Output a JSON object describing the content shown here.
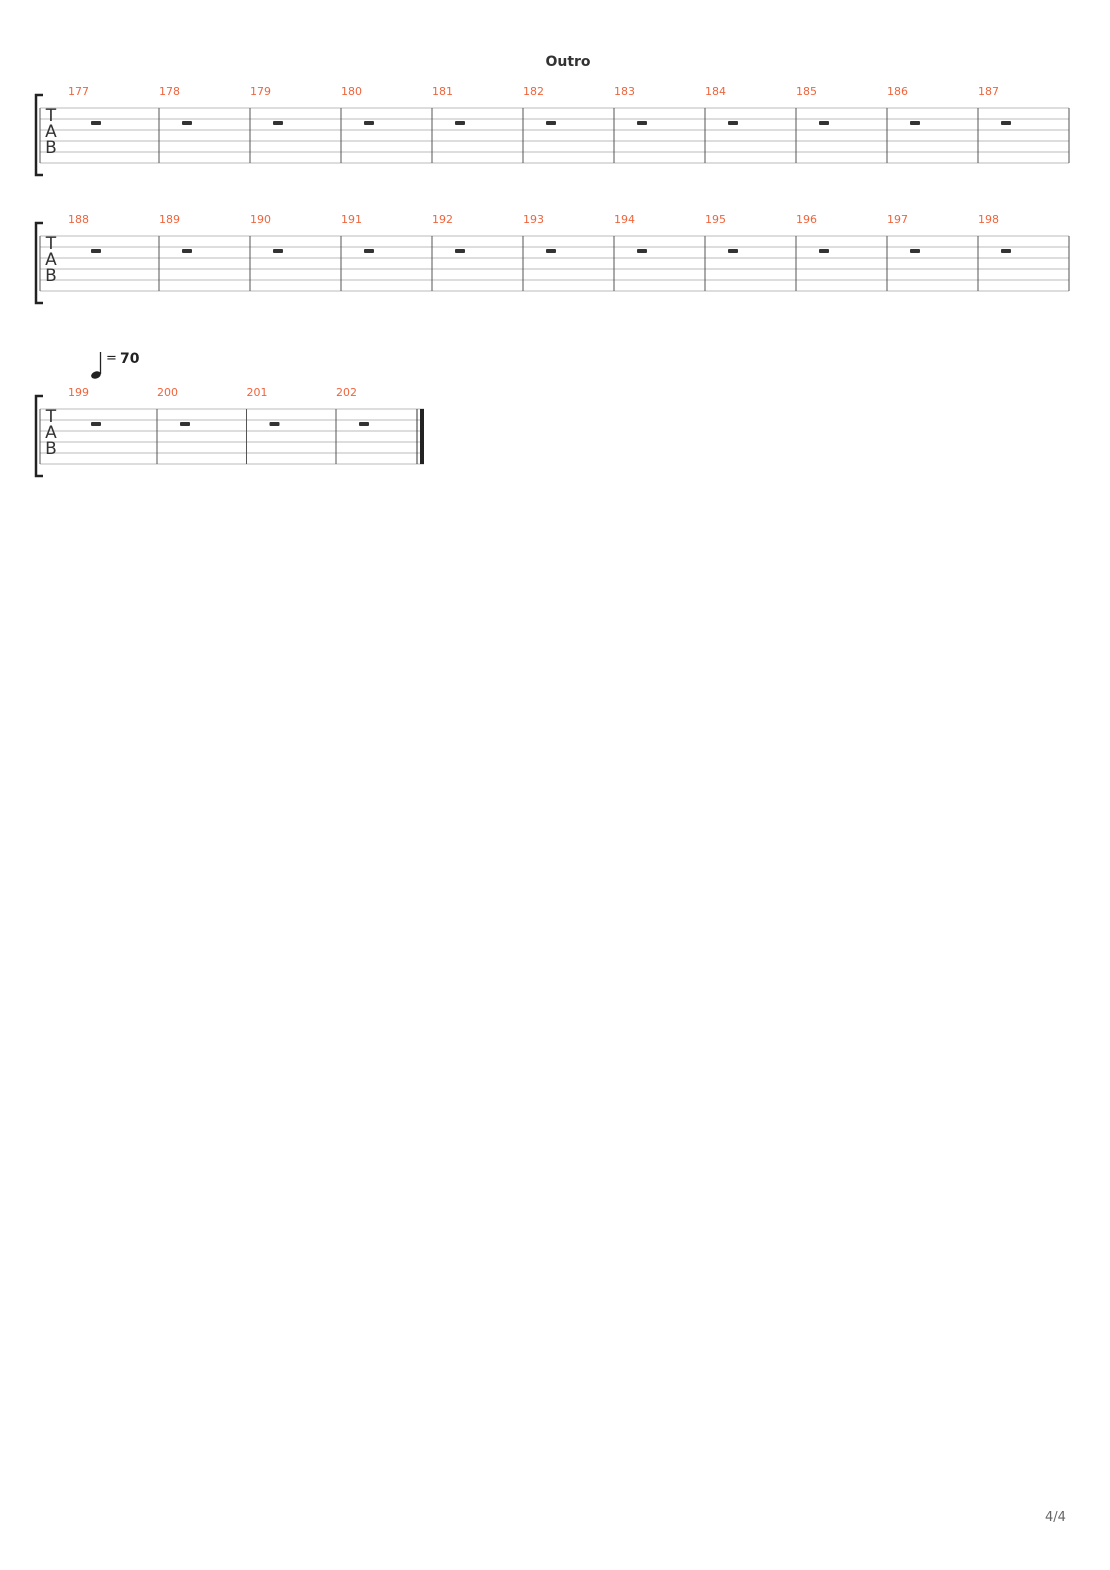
{
  "section_title": "Outro",
  "tab_clef": {
    "t": "T",
    "a": "A",
    "b": "B"
  },
  "tempo": {
    "equals": "=",
    "value": "70"
  },
  "systems": [
    {
      "bars": [
        "177",
        "178",
        "179",
        "180",
        "181",
        "182",
        "183",
        "184",
        "185",
        "186",
        "187"
      ],
      "final": false
    },
    {
      "bars": [
        "188",
        "189",
        "190",
        "191",
        "192",
        "193",
        "194",
        "195",
        "196",
        "197",
        "198"
      ],
      "final": false
    },
    {
      "bars": [
        "199",
        "200",
        "201",
        "202"
      ],
      "final": true
    }
  ],
  "page_number": "4/4"
}
